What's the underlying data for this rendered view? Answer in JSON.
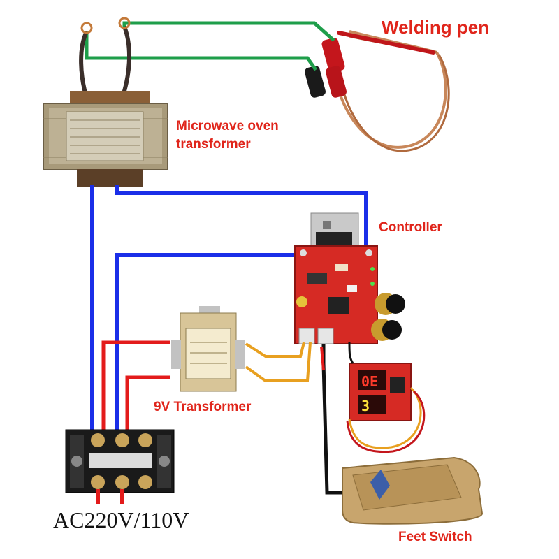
{
  "labels": {
    "welding_pen": "Welding pen",
    "microwave_line1": "Microwave oven",
    "microwave_line2": "transformer",
    "controller": "Controller",
    "transformer_9v": "9V Transformer",
    "mains": "AC220V/110V",
    "feet_switch": "Feet Switch"
  },
  "display": {
    "top_digits": "0E",
    "bottom_digits": "3"
  },
  "colors": {
    "label_red": "#e0251b",
    "wire_blue": "#1a2ee8",
    "wire_green": "#1e9e4a",
    "wire_red": "#e31b1b",
    "wire_orange": "#e8a020",
    "wire_black": "#111111",
    "pcb_red": "#d62a24",
    "cable_copper": "#c8875a"
  }
}
